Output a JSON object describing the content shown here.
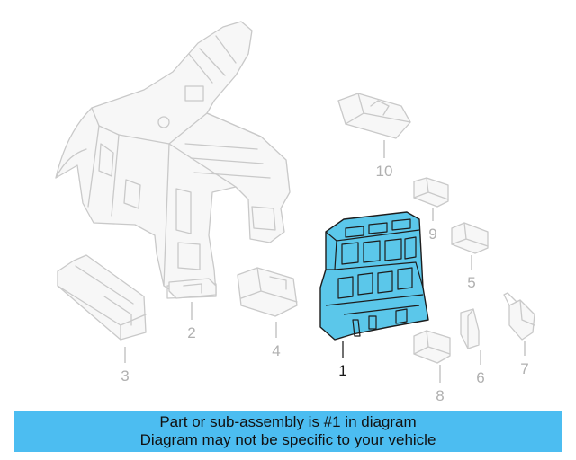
{
  "callouts": {
    "c1": "1",
    "c2": "2",
    "c3": "3",
    "c4": "4",
    "c5": "5",
    "c6": "6",
    "c7": "7",
    "c8": "8",
    "c9": "9",
    "c10": "10"
  },
  "banner": {
    "line1": "Part or sub-assembly is #1 in diagram",
    "line2": "Diagram may not be specific to your vehicle"
  },
  "colors": {
    "highlight": "#5bc7ea",
    "banner": "#4cbdf1",
    "ghost_outline": "#c9c9c9"
  }
}
